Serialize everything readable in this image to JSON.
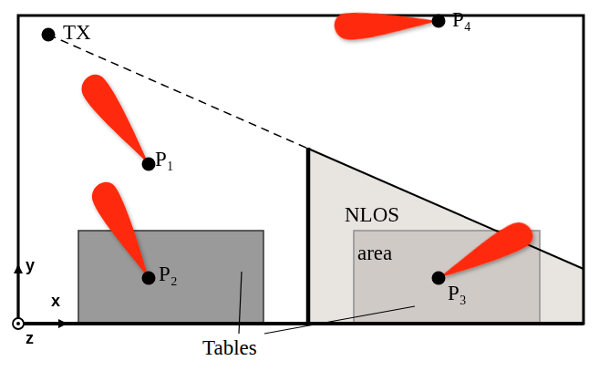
{
  "diagram": {
    "labels": [
      "TX",
      "P₁",
      "P₂",
      "P₃",
      "P₄",
      "NLOS",
      "area",
      "Tables",
      "x",
      "y",
      "z"
    ]
  }
}
